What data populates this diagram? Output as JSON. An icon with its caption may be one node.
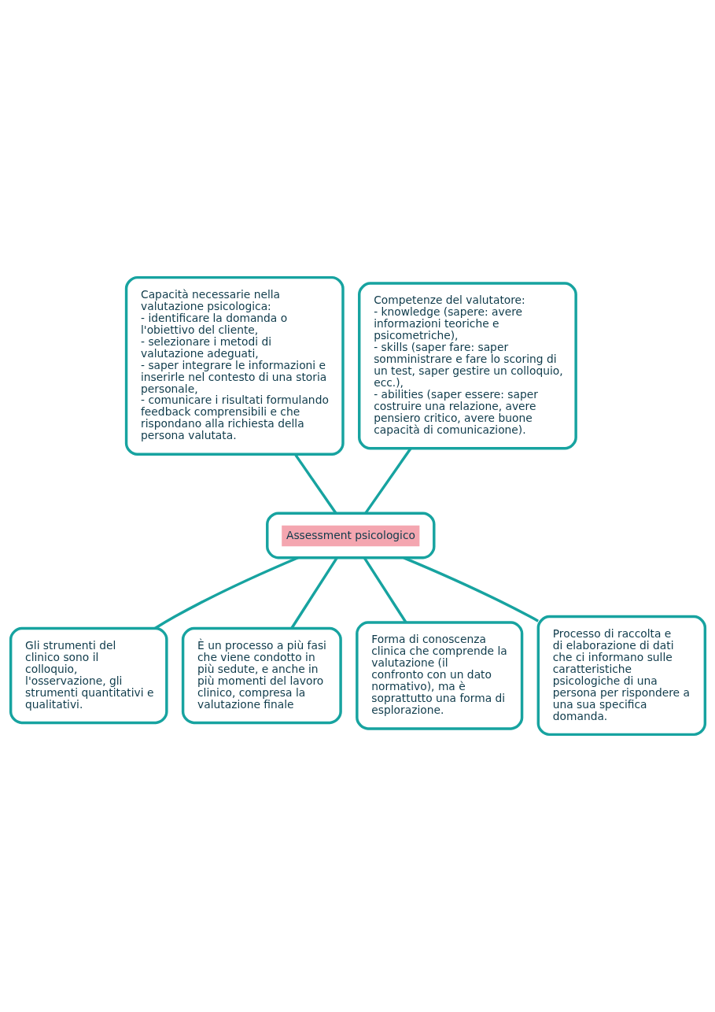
{
  "diagram": {
    "nodes": [
      {
        "text": [
          "Capacità necessarie nella valutazione psicologica:",
          "- identificare la domanda o l'obiettivo del cliente,",
          "- selezionare i metodi di valutazione adeguati,",
          "- saper integrare le informazioni e inserirle nel contesto di una storia personale,",
          "- comunicare i risultati formulando feedback comprensibili e che rispondano alla richiesta della persona valutata."
        ]
      },
      {
        "text": [
          "Competenze del valutatore:",
          "- knowledge (sapere: avere informazioni teoriche e psicometriche),",
          "- skills (saper fare: saper somministrare e fare lo scoring di un test, saper gestire un colloquio, ecc.),",
          "- abilities (saper essere: saper costruire una relazione, avere pensiero critico, avere buone capacità di comunicazione)."
        ]
      },
      {
        "text": [
          "Assessment psicologico"
        ]
      },
      {
        "text": [
          "Gli strumenti del clinico sono il colloquio, l'osservazione, gli strumenti quantitativi e qualitativi."
        ]
      },
      {
        "text": [
          "È un processo a più fasi che viene condotto in più sedute, e anche in più momenti del lavoro clinico, compresa la valutazione finale"
        ]
      },
      {
        "text": [
          "Forma di conoscenza clinica che comprende la valutazione (il confronto con un dato normativo), ma è soprattutto una forma di esplorazione."
        ]
      },
      {
        "text": [
          "Processo di raccolta e di elaborazione di dati che ci informano sulle caratteristiche psicologiche di una persona per rispondere a una sua specifica domanda."
        ]
      }
    ],
    "edges": [
      {
        "from": 0,
        "to": 2,
        "arrow": "none"
      },
      {
        "from": 1,
        "to": 2,
        "arrow": "none"
      },
      {
        "from": 2,
        "to": 3,
        "arrow": "none"
      },
      {
        "from": 2,
        "to": 4,
        "arrow": "none"
      },
      {
        "from": 2,
        "to": 5,
        "arrow": "none"
      },
      {
        "from": 2,
        "to": 6,
        "arrow": "none"
      }
    ]
  }
}
